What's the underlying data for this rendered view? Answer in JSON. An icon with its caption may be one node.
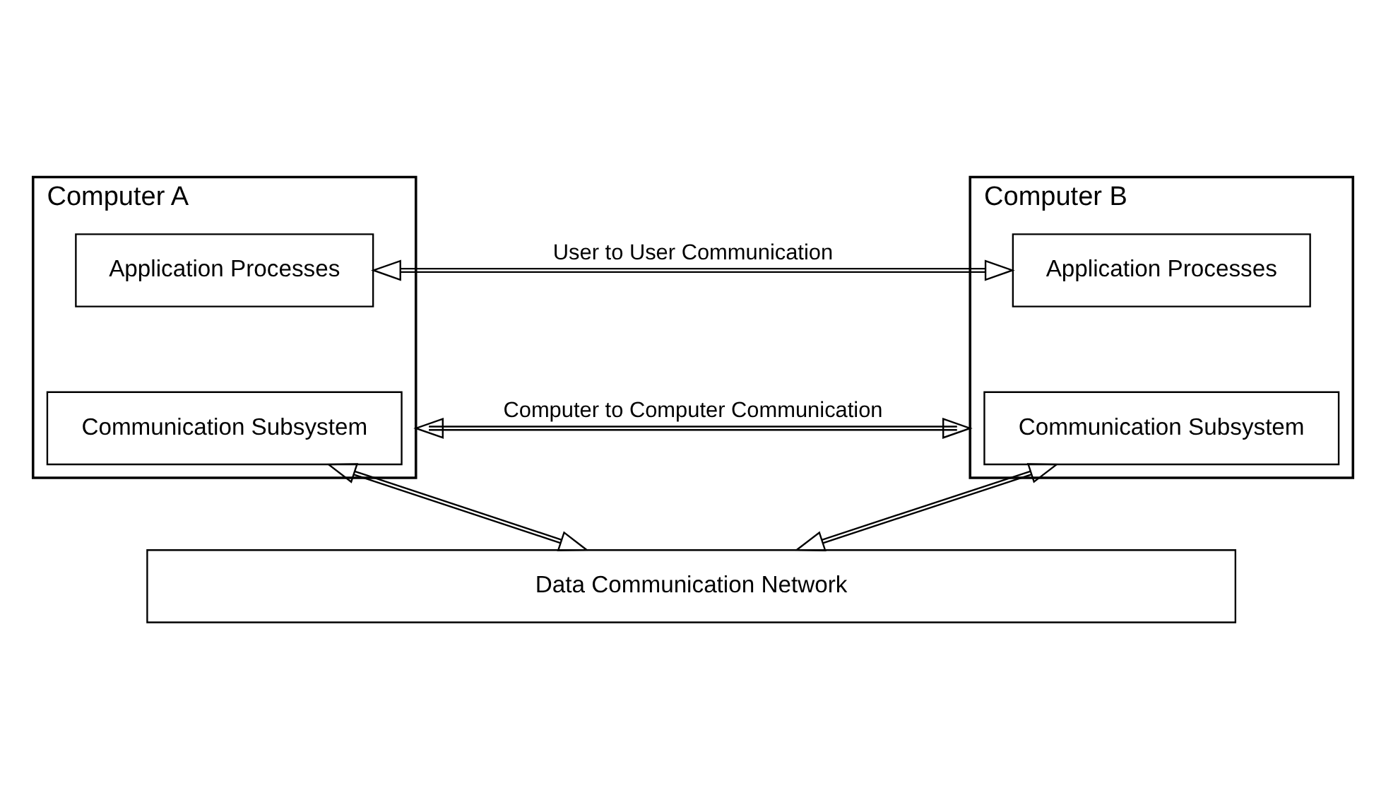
{
  "diagram": {
    "nodes": [
      {
        "text": [
          "Computer A"
        ]
      },
      {
        "text": [
          "Application Processes"
        ],
        "in": 0
      },
      {
        "text": [
          "Communication Subsystem"
        ],
        "in": 0
      },
      {
        "text": [
          "Computer B"
        ]
      },
      {
        "text": [
          "Application Processes"
        ],
        "in": 3
      },
      {
        "text": [
          "Communication Subsystem"
        ],
        "in": 3
      },
      {
        "text": [
          "Data Communication Network"
        ]
      }
    ],
    "edges": [
      {
        "from": 1,
        "to": 4,
        "arrow": "both",
        "label": "User to User Communication"
      },
      {
        "from": 0,
        "to": 3,
        "arrow": "both",
        "label": "Computer to Computer Communication"
      },
      {
        "from": 2,
        "to": 6,
        "arrow": "both"
      },
      {
        "from": 5,
        "to": 6,
        "arrow": "both"
      }
    ]
  }
}
